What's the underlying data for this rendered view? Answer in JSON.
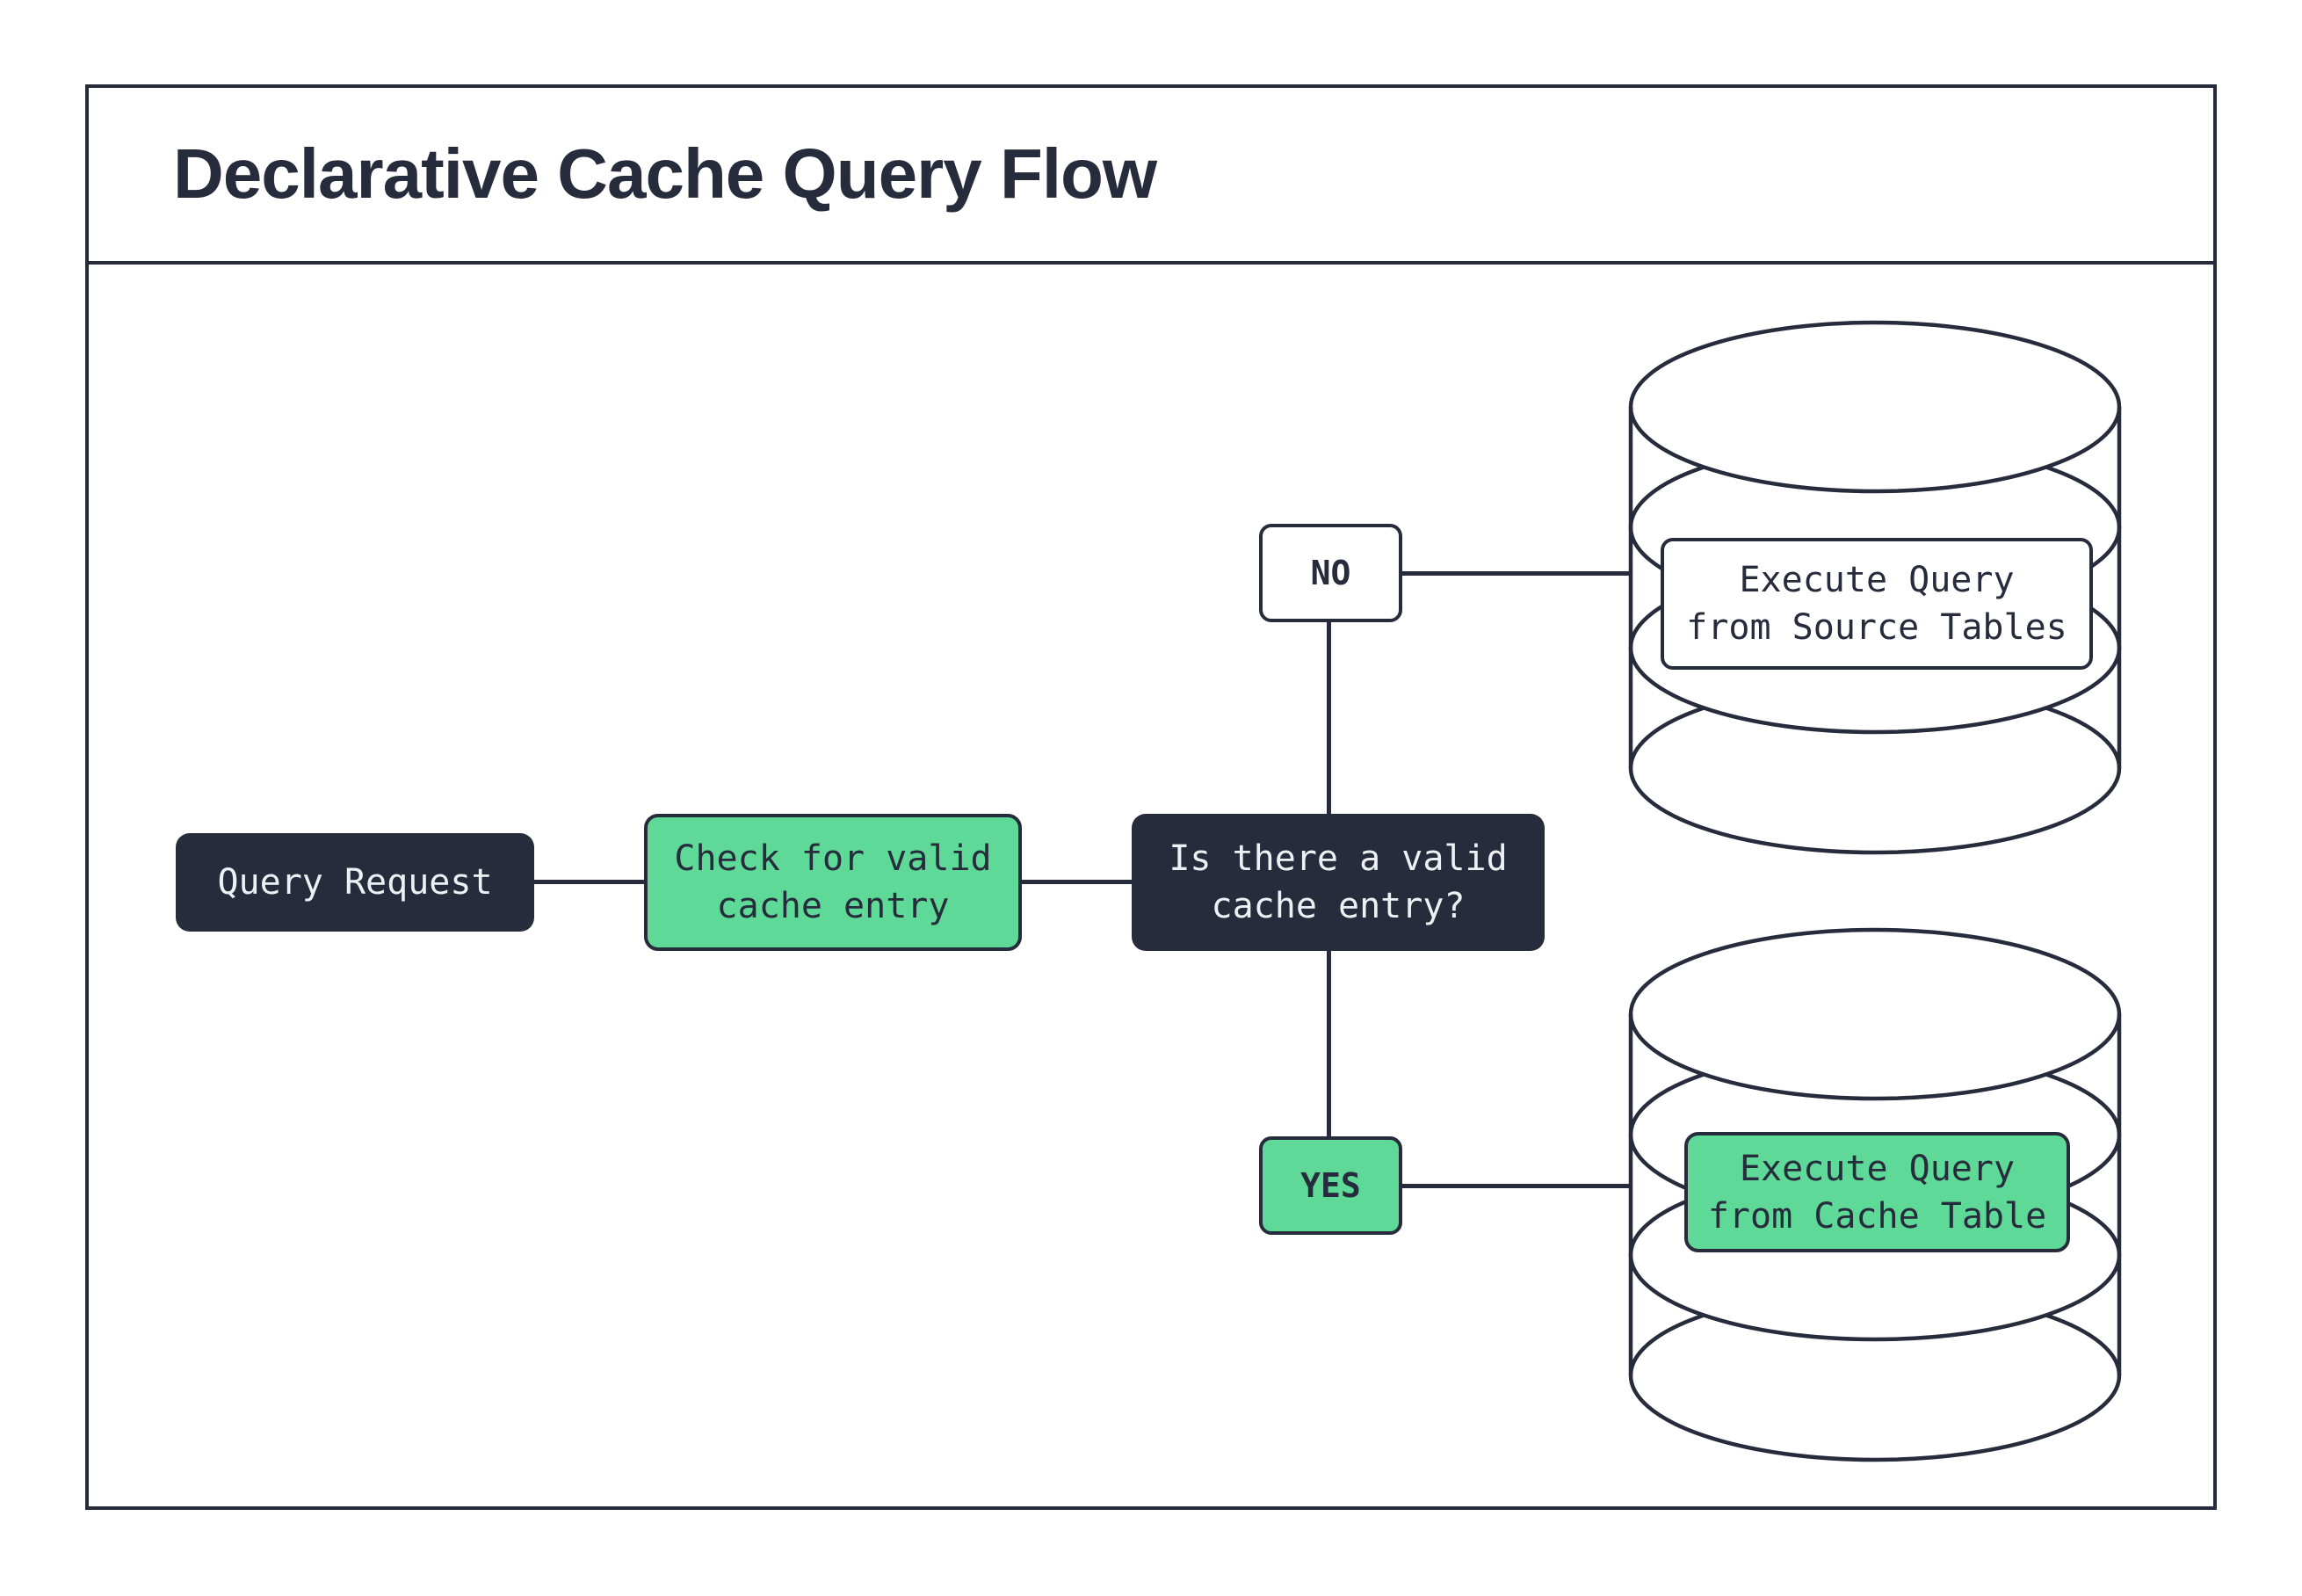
{
  "header": {
    "title": "Declarative Cache Query Flow"
  },
  "flow": {
    "query_request": "Query Request",
    "check_cache": "Check for valid\ncache entry",
    "decision": "Is there a valid\ncache entry?",
    "no_label": "NO",
    "yes_label": "YES",
    "execute_source": "Execute Query\nfrom Source Tables",
    "execute_cache": "Execute Query\nfrom Cache Table"
  },
  "colors": {
    "dark": "#272c3c",
    "green": "#5ed997",
    "white": "#ffffff",
    "light_text": "#eef1f4"
  }
}
